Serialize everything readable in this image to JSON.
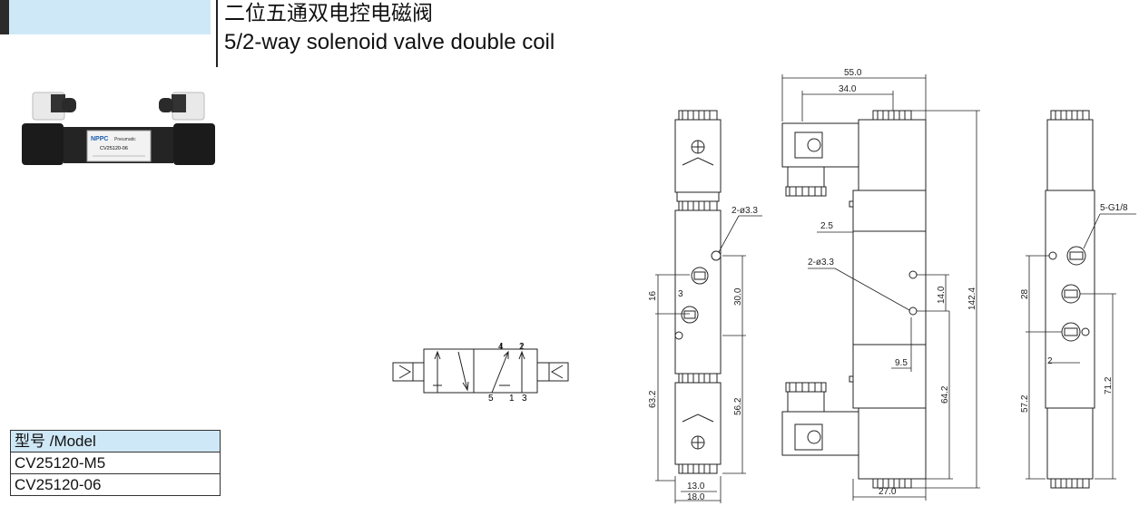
{
  "header": {
    "title_cn": "二位五通双电控电磁阀",
    "title_en": "5/2-way solenoid valve double coil"
  },
  "product_photo": {
    "brand_logo": "NPPC",
    "brand_text": "Pneumatic",
    "label_model": "CV25120-06"
  },
  "model_table": {
    "header": "型号 /Model",
    "rows": [
      "CV25120-M5",
      "CV25120-06"
    ]
  },
  "symbol": {
    "ports_top": [
      "4",
      "2"
    ],
    "ports_bottom": [
      "5",
      "1",
      "3"
    ]
  },
  "dimensions": {
    "front": {
      "hole": "2-ø3.3",
      "d16": "16",
      "d3": "3",
      "d30": "30.0",
      "d63": "63.2",
      "d56": "56.2",
      "d13": "13.0",
      "d18": "18.0"
    },
    "side": {
      "d55": "55.0",
      "d34": "34.0",
      "d25": "2.5",
      "hole": "2-ø3.3",
      "d14": "14.0",
      "d142": "142.4",
      "d95": "9.5",
      "d642": "64.2",
      "d27": "27.0"
    },
    "right": {
      "port": "5-G1/8",
      "d28": "28",
      "d2": "2",
      "d572": "57.2",
      "d712": "71.2"
    }
  }
}
